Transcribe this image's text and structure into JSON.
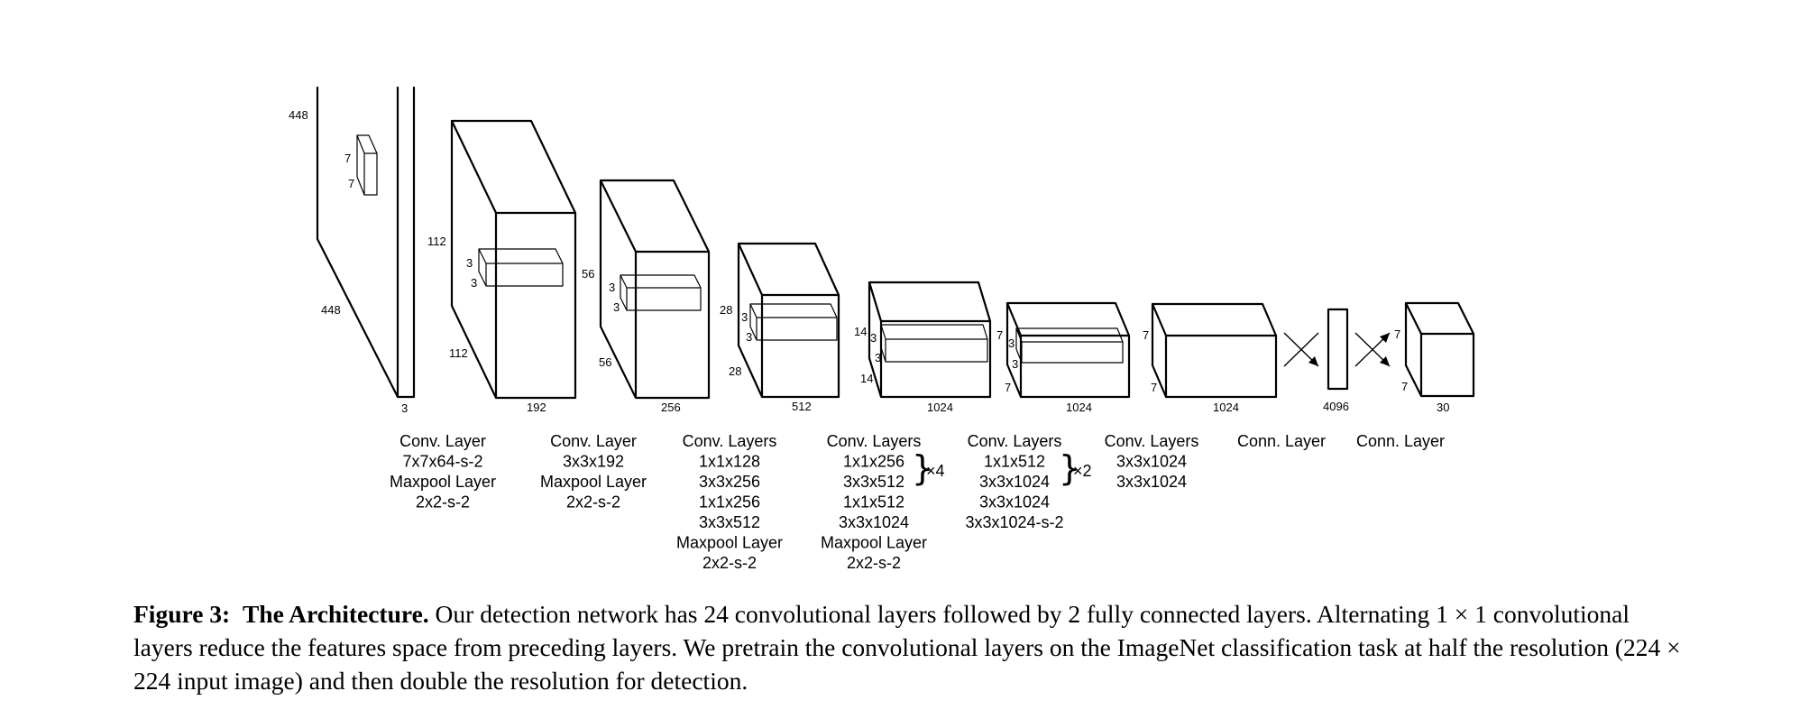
{
  "dimensions": {
    "input_h": "448",
    "input_w": "448",
    "input_c": "3",
    "input_kernel_a": "7",
    "input_kernel_b": "7",
    "b1_h": "112",
    "b1_w": "112",
    "b1_c": "192",
    "b1_ka": "3",
    "b1_kb": "3",
    "b2_h": "56",
    "b2_w": "56",
    "b2_c": "256",
    "b2_ka": "3",
    "b2_kb": "3",
    "b3_h": "28",
    "b3_w": "28",
    "b3_c": "512",
    "b3_ka": "3",
    "b3_kb": "3",
    "b4_h": "14",
    "b4_w": "14",
    "b4_c": "1024",
    "b4_ka": "3",
    "b4_kb": "3",
    "b5_h": "7",
    "b5_w": "7",
    "b5_c": "1024",
    "b5_ka": "3",
    "b5_kb": "3",
    "b6_h": "7",
    "b6_w": "7",
    "b6_c": "1024",
    "fc_c": "4096",
    "out_h": "7",
    "out_w": "7",
    "out_c": "30"
  },
  "stages": [
    {
      "lines": [
        "Conv. Layer",
        "7x7x64-s-2",
        "Maxpool Layer",
        "2x2-s-2"
      ]
    },
    {
      "lines": [
        "Conv. Layer",
        "3x3x192",
        "Maxpool Layer",
        "2x2-s-2"
      ]
    },
    {
      "lines": [
        "Conv. Layers",
        "1x1x128",
        "3x3x256",
        "1x1x256",
        "3x3x512",
        "Maxpool Layer",
        "2x2-s-2"
      ]
    },
    {
      "lines": [
        "Conv. Layers",
        "1x1x256",
        "3x3x512",
        "1x1x512",
        "3x3x1024",
        "Maxpool Layer",
        "2x2-s-2"
      ],
      "repeat": "×4"
    },
    {
      "lines": [
        "Conv. Layers",
        "1x1x512",
        "3x3x1024",
        "3x3x1024",
        "3x3x1024-s-2"
      ],
      "repeat": "×2"
    },
    {
      "lines": [
        "Conv. Layers",
        "3x3x1024",
        "3x3x1024"
      ]
    },
    {
      "lines": [
        "Conn. Layer"
      ]
    },
    {
      "lines": [
        "Conn. Layer"
      ]
    }
  ],
  "caption": {
    "label": "Figure 3:",
    "heading": "The Architecture.",
    "text": "Our detection network has 24 convolutional layers followed by 2 fully connected layers. Alternating 1 × 1 convolutional layers reduce the features space from preceding layers. We pretrain the convolutional layers on the ImageNet classification task at half the resolution (224 × 224 input image) and then double the resolution for detection."
  }
}
